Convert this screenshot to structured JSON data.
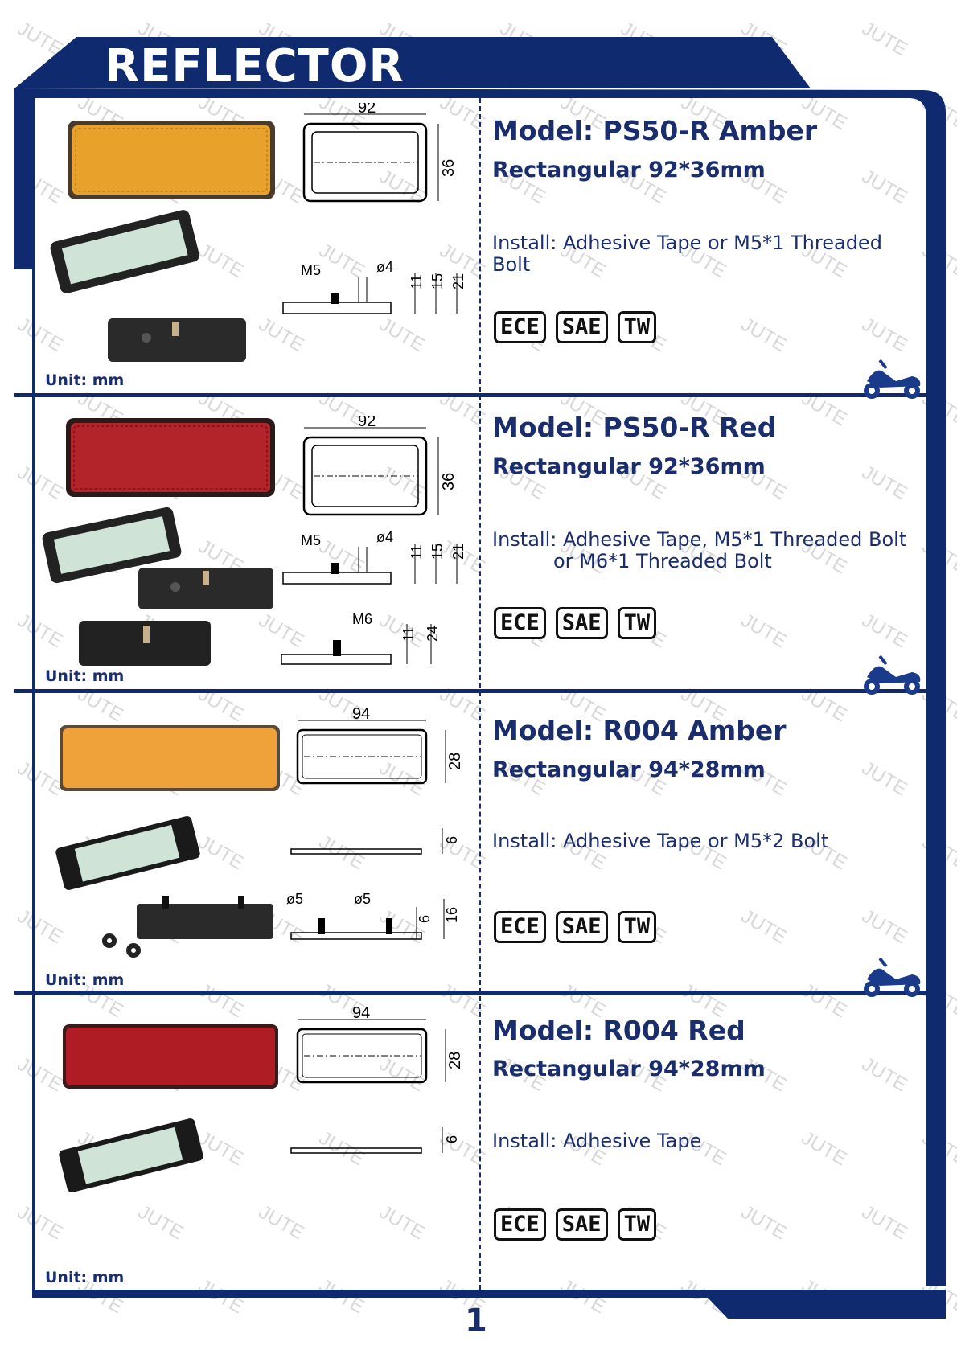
{
  "page": {
    "title": "REFLECTOR",
    "page_number": "1",
    "watermark": "JUTE"
  },
  "products": [
    {
      "model": "Model: PS50-R Amber",
      "shape": "Rectangular 92*36mm",
      "install": [
        "Install: Adhesive Tape or M5*1 Threaded Bolt"
      ],
      "certs": [
        "ECE",
        "SAE",
        "TW"
      ],
      "unit": "Unit: mm",
      "color": "#e8a12a",
      "drawing": {
        "length": "92",
        "height": "36",
        "thread": "M5",
        "hole": "ø4",
        "d1": "11",
        "d2": "15",
        "d3": "21"
      }
    },
    {
      "model": "Model: PS50-R Red",
      "shape": "Rectangular 92*36mm",
      "install": [
        "Install: Adhesive Tape, M5*1 Threaded Bolt",
        "or M6*1 Threaded Bolt"
      ],
      "certs": [
        "ECE",
        "SAE",
        "TW"
      ],
      "unit": "Unit: mm",
      "color": "#b3232a",
      "drawing": {
        "length": "92",
        "height": "36",
        "thread": "M5",
        "hole": "ø4",
        "d1": "11",
        "d2": "15",
        "d3": "21",
        "thread2": "M6",
        "d4": "11",
        "d5": "24"
      }
    },
    {
      "model": "Model: R004 Amber",
      "shape": "Rectangular 94*28mm",
      "install": [
        "Install: Adhesive Tape or M5*2 Bolt"
      ],
      "certs": [
        "ECE",
        "SAE",
        "TW"
      ],
      "unit": "Unit: mm",
      "color": "#f0a23a",
      "drawing": {
        "length": "94",
        "height": "28",
        "thick": "6",
        "hole1": "ø5",
        "hole2": "ø5",
        "d1": "6",
        "d2": "16"
      }
    },
    {
      "model": "Model: R004 Red",
      "shape": "Rectangular 94*28mm",
      "install": [
        "Install: Adhesive Tape"
      ],
      "certs": [
        "ECE",
        "SAE",
        "TW"
      ],
      "unit": "Unit: mm",
      "color": "#b01c24",
      "drawing": {
        "length": "94",
        "height": "28",
        "thick": "6"
      }
    }
  ]
}
